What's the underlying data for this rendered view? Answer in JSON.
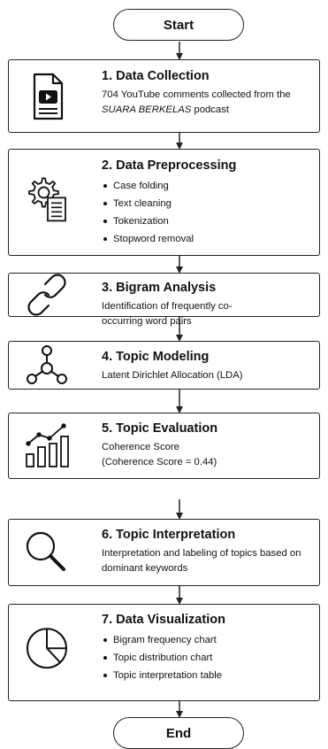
{
  "start_label": "Start",
  "end_label": "End",
  "steps": [
    {
      "title": "1. Data Collection",
      "desc_pre": "704 YouTube comments collected from the ",
      "desc_italic": "SUARA BERKELAS",
      "desc_post": " podcast",
      "icon": "video-document-icon"
    },
    {
      "title": "2. Data Preprocessing",
      "bullets": [
        "Case folding",
        "Text cleaning",
        "Tokenization",
        "Stopword removal"
      ],
      "icon": "gears-document-icon"
    },
    {
      "title": "3. Bigram Analysis",
      "desc": "Identification of frequently co-occurring word pairs",
      "icon": "link-icon"
    },
    {
      "title": "4. Topic Modeling",
      "desc": "Latent Dirichlet Allocation (LDA)",
      "icon": "network-nodes-icon"
    },
    {
      "title": "5. Topic Evaluation",
      "desc_lines": [
        "Coherence Score",
        "(Coherence Score = 0.44)"
      ],
      "icon": "bar-chart-trend-icon"
    },
    {
      "title": "6. Topic Interpretation",
      "desc": "Interpretation and labeling of topics based on dominant keywords",
      "icon": "magnifier-icon"
    },
    {
      "title": "7. Data Visualization",
      "bullets": [
        "Bigram frequency chart",
        "Topic distribution chart",
        "Topic interpretation table"
      ],
      "icon": "pie-chart-icon"
    }
  ]
}
